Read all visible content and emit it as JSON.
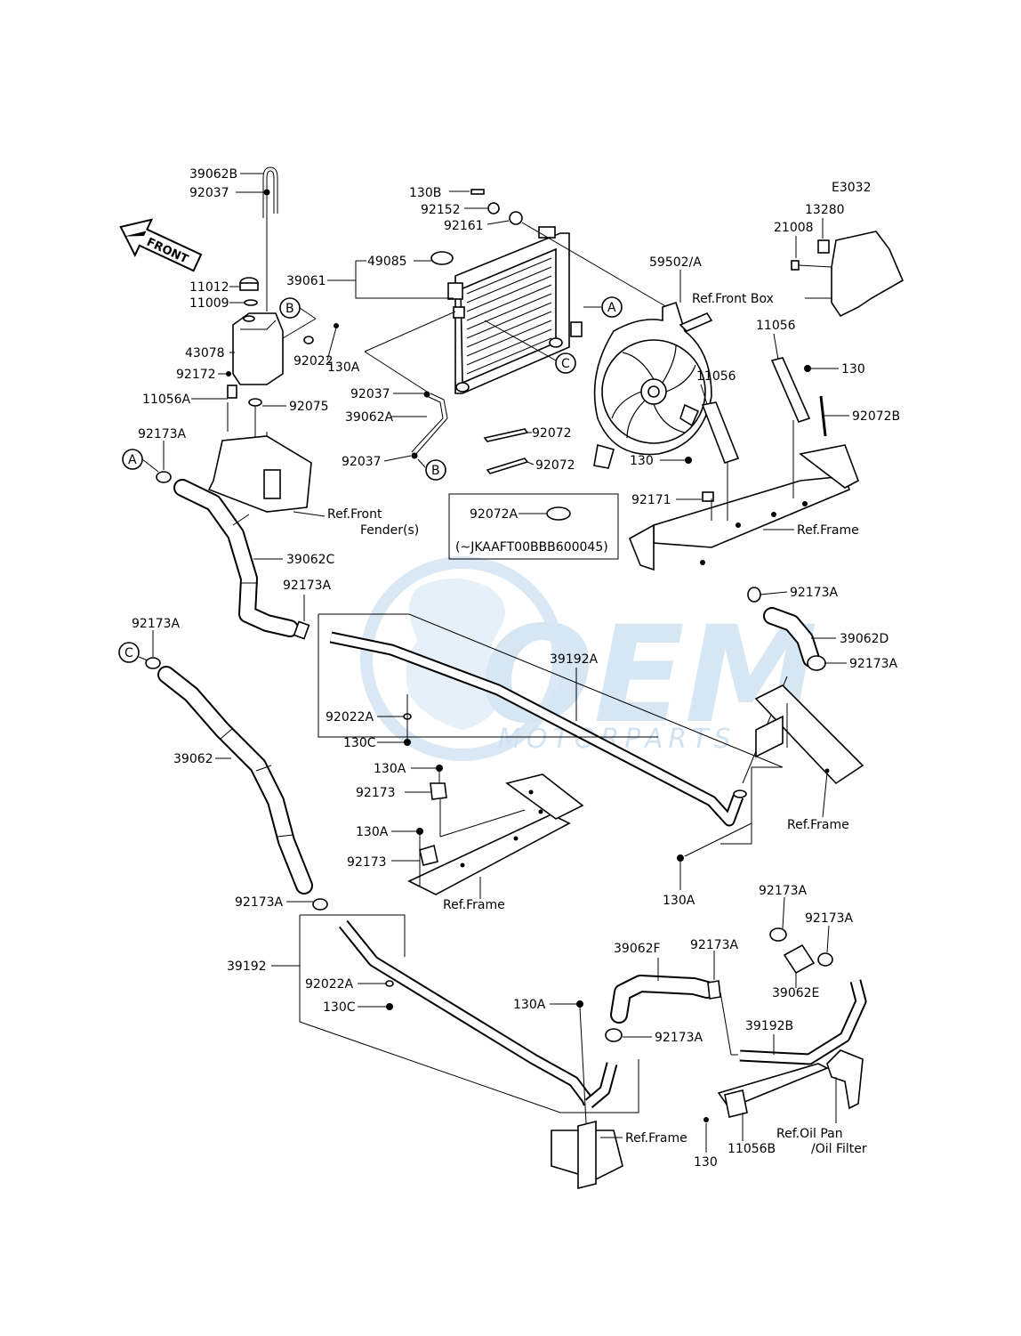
{
  "diagram_code": "E3032",
  "front_arrow": "FRONT",
  "watermark": {
    "brand": "OEM",
    "sub": "MOTORPARTS"
  },
  "callout_markers": {
    "A": "A",
    "B": "B",
    "C": "C"
  },
  "labels": {
    "p39062B": "39062B",
    "p92037_top": "92037",
    "p11012": "11012",
    "p11009": "11009",
    "p43078": "43078",
    "p92172": "92172",
    "p11056A": "11056A",
    "p92022": "92022",
    "p130A_tank": "130A",
    "p92075": "92075",
    "p92173A_a": "92173A",
    "ref_front_fender": "Ref.Front",
    "ref_front_fender2": "Fender(s)",
    "p39062C": "39062C",
    "p92173A_b": "92173A",
    "p92173A_c": "92173A",
    "p130B": "130B",
    "p92152": "92152",
    "p92161": "92161",
    "p39061": "39061",
    "p49085": "49085",
    "p92037_mid": "92037",
    "p39062A": "39062A",
    "p92037_low": "92037",
    "p92072_a": "92072",
    "p92072_b": "92072",
    "p92072A": "92072A",
    "serial_note": "(~JKAAFT00BBB600045)",
    "p59502A": "59502/A",
    "p11056_a": "11056",
    "p11056_b": "11056",
    "p130_fan": "130",
    "p130_frame": "130",
    "p92072B": "92072B",
    "p92171": "92171",
    "ref_frame_a": "Ref.Frame",
    "p21008": "21008",
    "p13280": "13280",
    "ref_front_box": "Ref.Front Box",
    "p92173A_d": "92173A",
    "p39062D": "39062D",
    "p92173A_e": "92173A",
    "p39192A": "39192A",
    "p92022A_a": "92022A",
    "p130C_a": "130C",
    "p39062": "39062",
    "p130A_a": "130A",
    "p92173_a": "92173",
    "p130A_b": "130A",
    "p92173_b": "92173",
    "ref_frame_b": "Ref.Frame",
    "ref_frame_c": "Ref.Frame",
    "p130A_c": "130A",
    "p92173A_f": "92173A",
    "p39192": "39192",
    "p92022A_b": "92022A",
    "p130C_b": "130C",
    "p130A_d": "130A",
    "p92173A_g": "92173A",
    "p39062F": "39062F",
    "p92173A_h": "92173A",
    "p92173A_i": "92173A",
    "p92173A_j": "92173A",
    "p39062E": "39062E",
    "p39192B": "39192B",
    "ref_frame_d": "Ref.Frame",
    "p130_bottom": "130",
    "p11056B": "11056B",
    "ref_oil_pan": "Ref.Oil Pan",
    "ref_oil_filter": "/Oil Filter"
  }
}
